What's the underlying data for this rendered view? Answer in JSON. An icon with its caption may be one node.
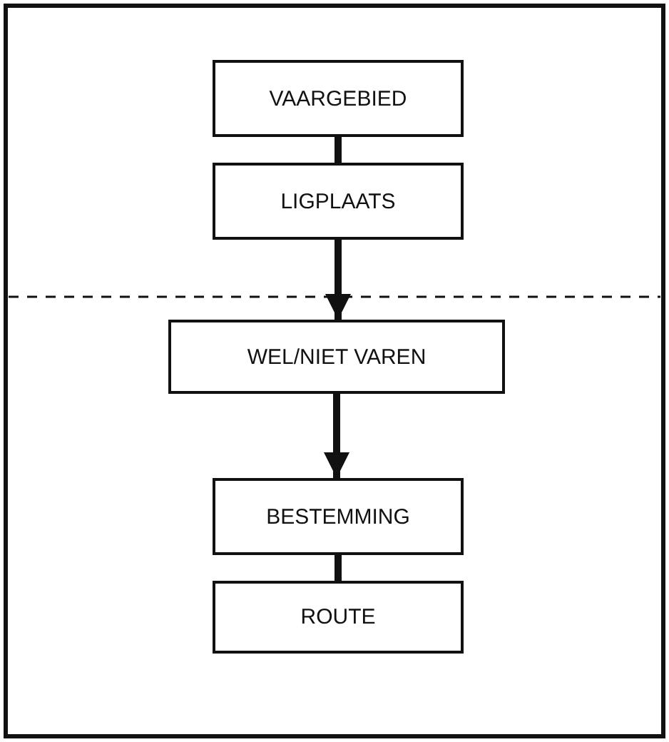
{
  "diagram": {
    "nodes": [
      {
        "text": [
          "VAARGEBIED"
        ]
      },
      {
        "text": [
          "LIGPLAATS"
        ]
      },
      {
        "text": [
          "WEL/NIET VAREN"
        ]
      },
      {
        "text": [
          "BESTEMMING"
        ]
      },
      {
        "text": [
          "ROUTE"
        ]
      }
    ],
    "edges": [
      {
        "from": 0,
        "to": 1,
        "arrow": "none"
      },
      {
        "from": 1,
        "to": 2,
        "arrow": "to"
      },
      {
        "from": 2,
        "to": 3,
        "arrow": "to"
      },
      {
        "from": 3,
        "to": 4,
        "arrow": "none"
      }
    ]
  }
}
